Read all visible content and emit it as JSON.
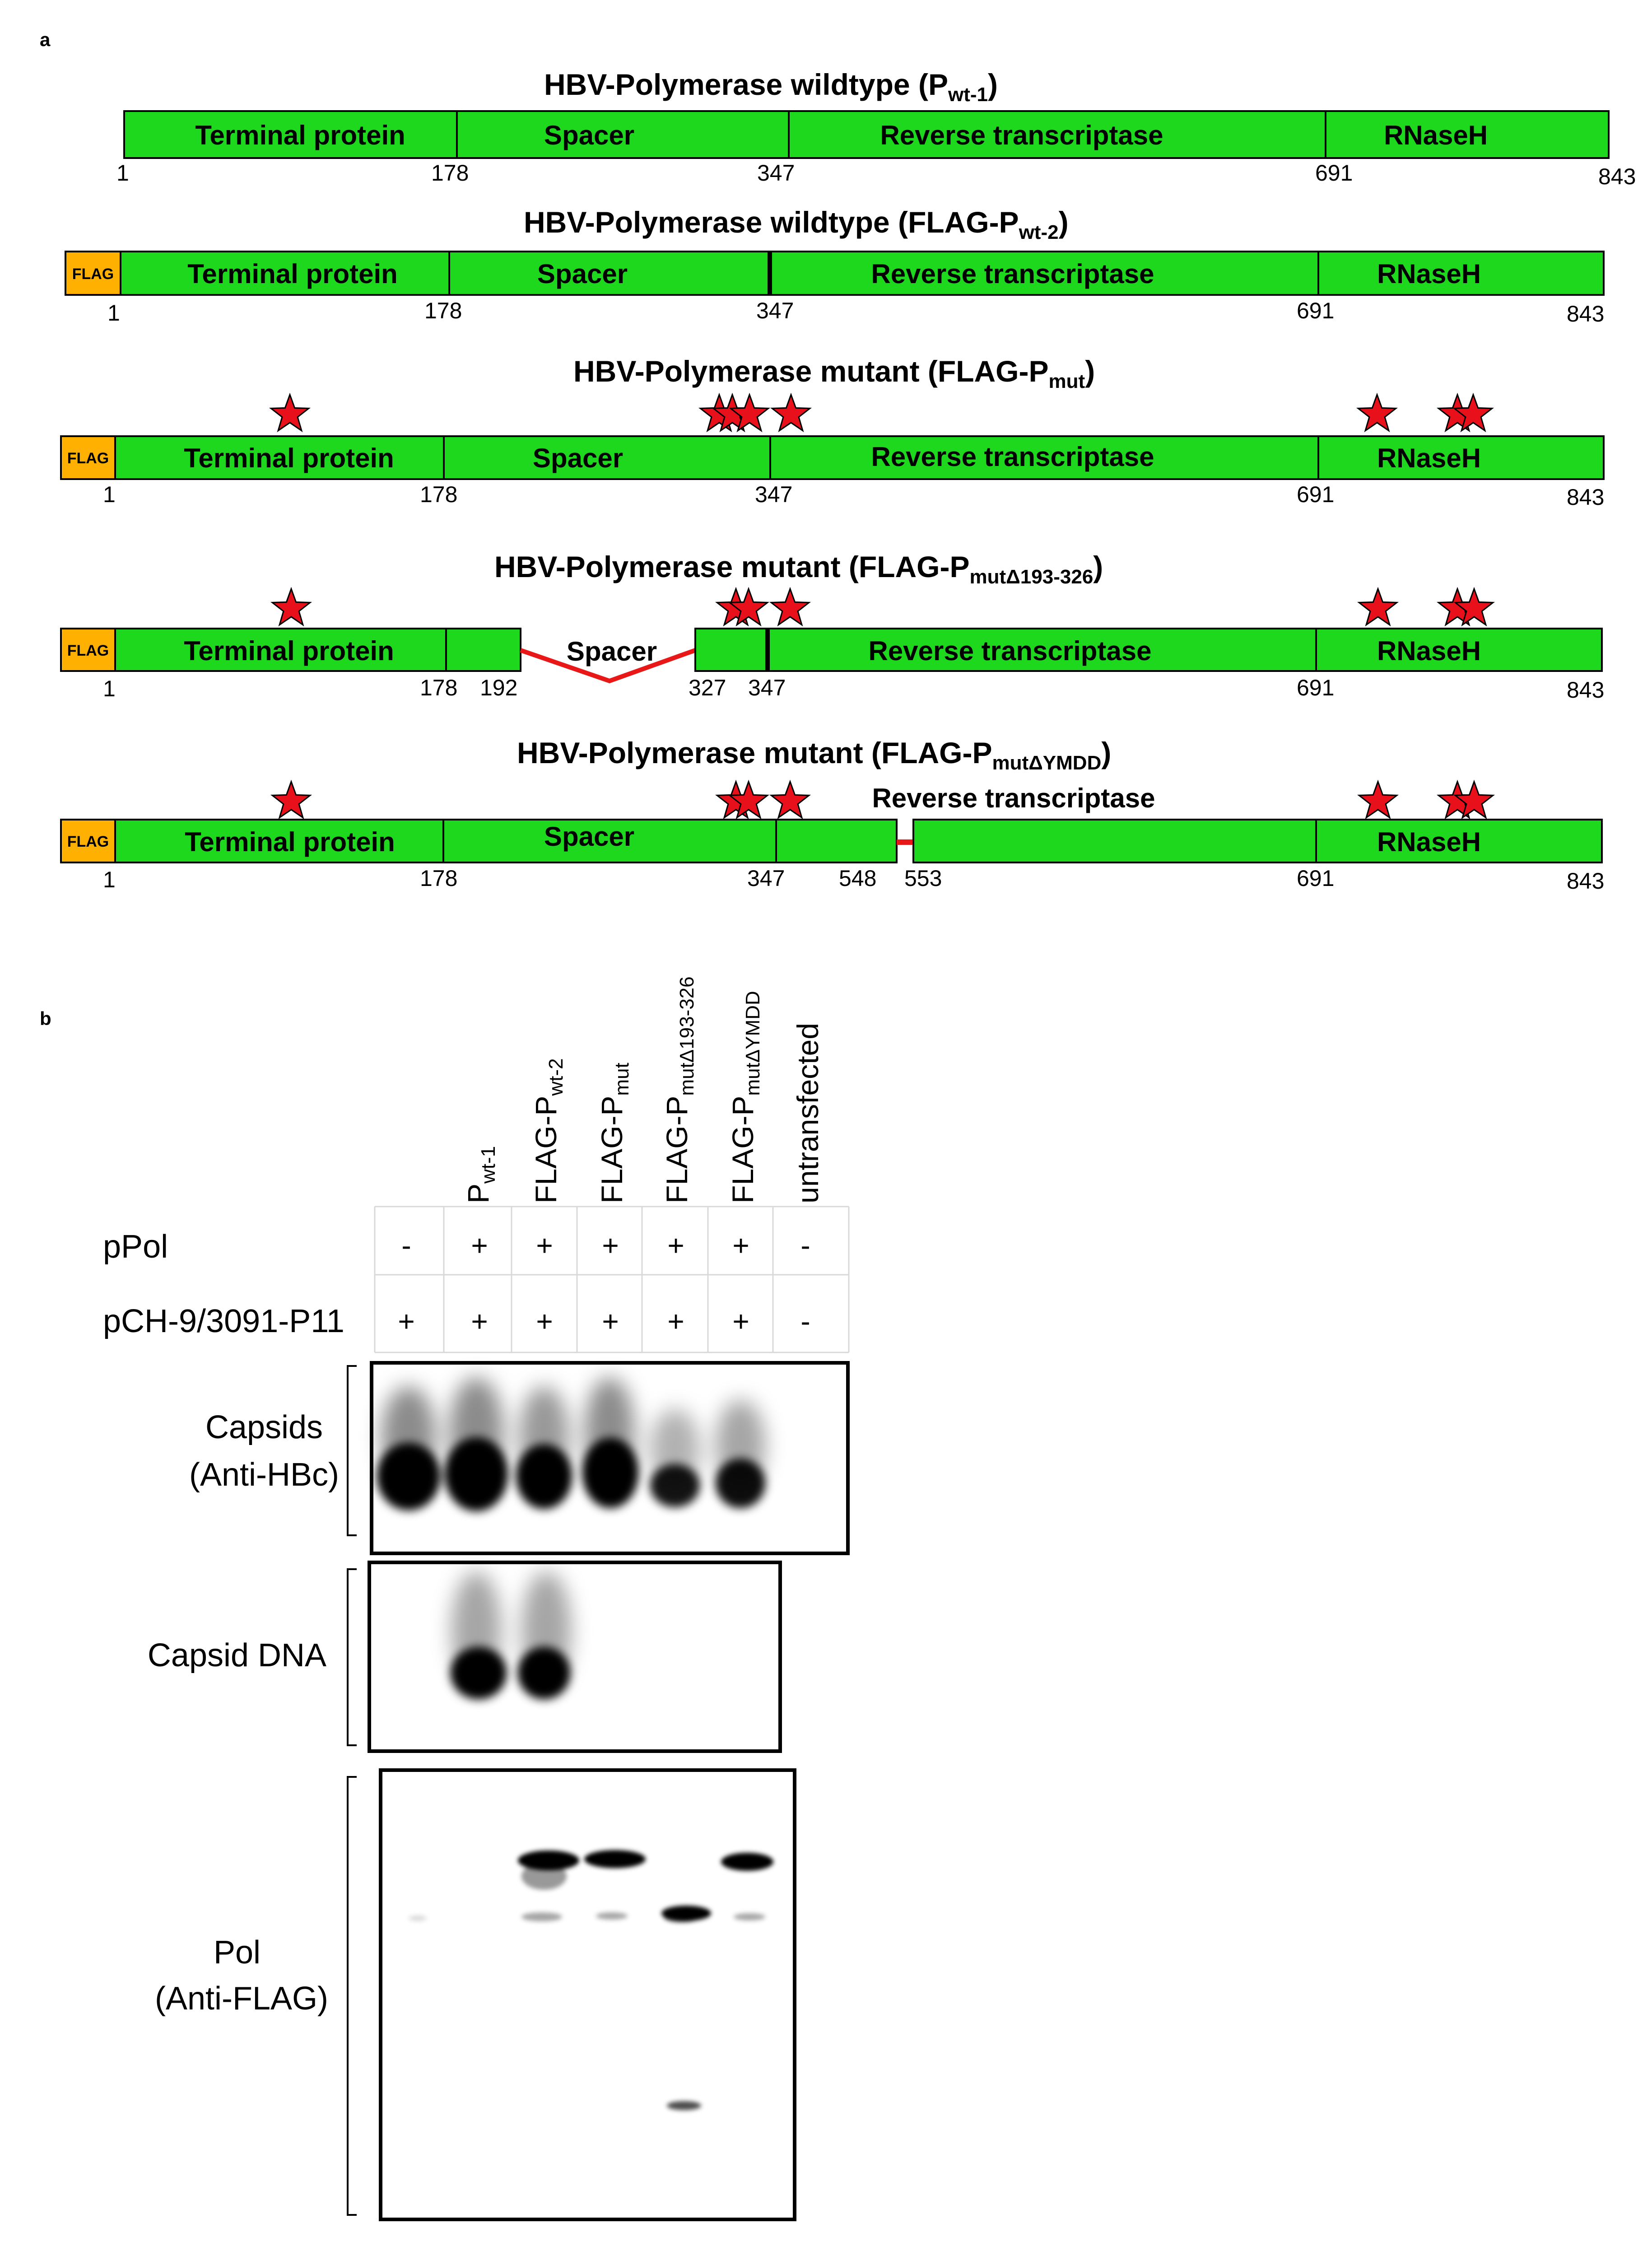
{
  "panel_a": {
    "label": "a",
    "constructs": [
      {
        "title": "HBV-Polymerase wildtype (P",
        "title_sub": "wt-1",
        "title_end": ")",
        "domains": [
          "Terminal protein",
          "Spacer",
          "Reverse transcriptase",
          "RNaseH"
        ],
        "positions": [
          "1",
          "178",
          "347",
          "691",
          "843"
        ]
      },
      {
        "title": "HBV-Polymerase wildtype (FLAG-P",
        "title_sub": "wt-2",
        "title_end": ")",
        "tag": "FLAG",
        "domains": [
          "Terminal protein",
          "Spacer",
          "Reverse transcriptase",
          "RNaseH"
        ],
        "positions": [
          "1",
          "178",
          "347",
          "691",
          "843"
        ]
      },
      {
        "title": "HBV-Polymerase mutant (FLAG-P",
        "title_sub": "mut",
        "title_end": ")",
        "tag": "FLAG",
        "domains": [
          "Terminal protein",
          "Spacer",
          "Reverse transcriptase",
          "RNaseH"
        ],
        "positions": [
          "1",
          "178",
          "347",
          "691",
          "843"
        ]
      },
      {
        "title": "HBV-Polymerase mutant (FLAG-P",
        "title_sub": "mutΔ193-326",
        "title_end": ")",
        "tag": "FLAG",
        "domains": [
          "Terminal protein",
          "Spacer",
          "Reverse transcriptase",
          "RNaseH"
        ],
        "positions": [
          "1",
          "178",
          "192",
          "327",
          "347",
          "691",
          "843"
        ]
      },
      {
        "title": "HBV-Polymerase mutant (FLAG-P",
        "title_sub": "mutΔYMDD",
        "title_end": ")",
        "tag": "FLAG",
        "domains": [
          "Terminal protein",
          "Spacer",
          "Reverse transcriptase",
          "RNaseH"
        ],
        "positions": [
          "1",
          "178",
          "347",
          "548",
          "553",
          "691",
          "843"
        ]
      }
    ]
  },
  "panel_b": {
    "label": "b",
    "lanes": [
      {
        "main": "P",
        "sub": "wt-1"
      },
      {
        "main": "FLAG-P",
        "sub": "wt-2"
      },
      {
        "main": "FLAG-P",
        "sub": "mut"
      },
      {
        "main": "FLAG-P",
        "sub": "mutΔ193-326"
      },
      {
        "main": "FLAG-P",
        "sub": "mutΔYMDD"
      },
      {
        "main": "untransfected",
        "sub": ""
      }
    ],
    "rows": [
      {
        "label": "pPol",
        "values": [
          "-",
          "+",
          "+",
          "+",
          "+",
          "+",
          "-"
        ]
      },
      {
        "label": "pCH-9/3091-P11",
        "values": [
          "+",
          "+",
          "+",
          "+",
          "+",
          "+",
          "-"
        ]
      }
    ],
    "blots": [
      {
        "label_line1": "Capsids",
        "label_line2": "(Anti-HBc)"
      },
      {
        "label_line1": "Capsid DNA",
        "label_line2": ""
      },
      {
        "label_line1": "Pol",
        "label_line2": "(Anti-FLAG)"
      }
    ]
  },
  "colors": {
    "domain": "#1ed81e",
    "tag": "#ffb000",
    "star": "#e8101a",
    "deletion": "#e81818"
  }
}
